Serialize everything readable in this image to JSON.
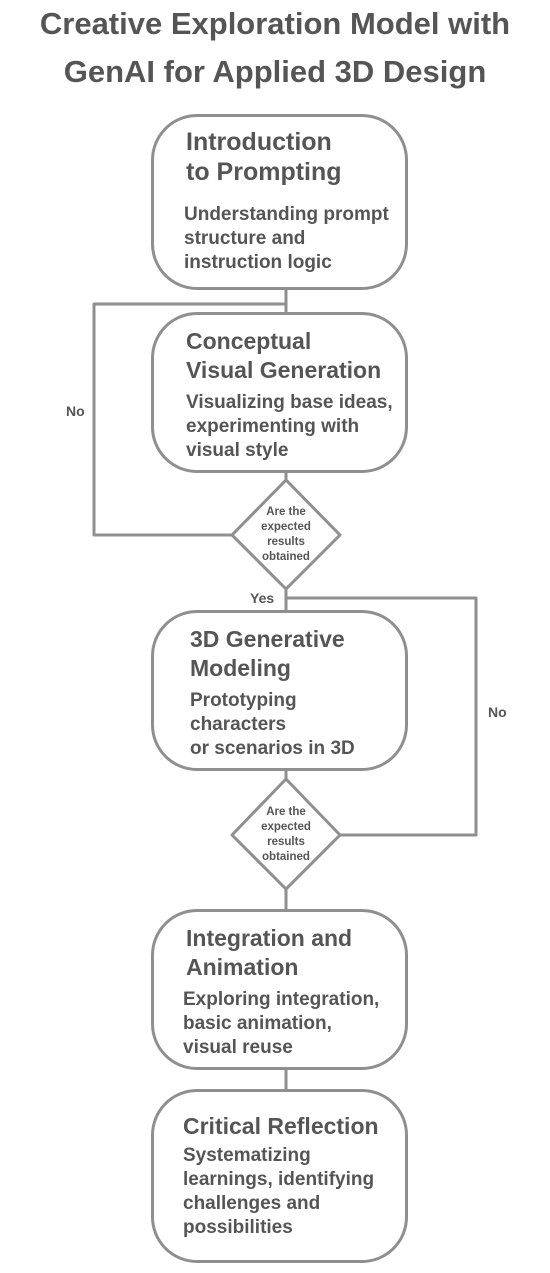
{
  "title": {
    "line1": "Creative Exploration Model with",
    "line2": "GenAI for Applied 3D Design"
  },
  "colors": {
    "stroke": "#8f8f8f",
    "text": "#555555",
    "background": "#ffffff"
  },
  "steps": [
    {
      "heading": [
        "Introduction",
        "to Prompting"
      ],
      "description": [
        "Understanding prompt",
        "structure and",
        "instruction logic"
      ]
    },
    {
      "heading": [
        "Conceptual",
        "Visual Generation"
      ],
      "description": [
        "Visualizing base ideas,",
        "experimenting with",
        "visual style"
      ]
    },
    {
      "heading": [
        "3D Generative",
        "Modeling"
      ],
      "description": [
        "Prototyping",
        "characters",
        "or scenarios in 3D"
      ]
    },
    {
      "heading": [
        "Integration and",
        "Animation"
      ],
      "description": [
        "Exploring integration,",
        "basic animation,",
        "visual reuse"
      ]
    },
    {
      "heading": [
        "Critical Reflection"
      ],
      "description": [
        "Systematizing",
        "learnings, identifying",
        "challenges and",
        "possibilities"
      ]
    }
  ],
  "decisions": [
    {
      "text": [
        "Are the",
        "expected",
        "results",
        "obtained"
      ]
    },
    {
      "text": [
        "Are the",
        "expected",
        "results",
        "obtained"
      ]
    }
  ],
  "edges": {
    "no_left": "No",
    "yes": "Yes",
    "no_right": "No"
  }
}
